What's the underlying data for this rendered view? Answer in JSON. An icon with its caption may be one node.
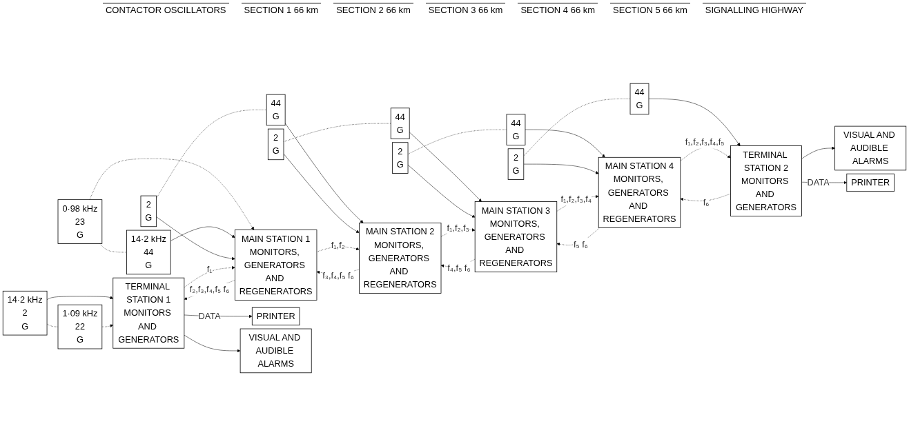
{
  "diagram": {
    "nodes": [
      {
        "text": [
          "14·2 kHz",
          "2",
          "G"
        ]
      },
      {
        "text": [
          "1·09 kHz",
          "22",
          "G"
        ]
      },
      {
        "text": [
          "0·98 kHz",
          "23",
          "G"
        ]
      },
      {
        "text": [
          "14·2 kHz",
          "44",
          "G"
        ]
      },
      {
        "text": [
          "2",
          "G"
        ]
      },
      {
        "text": [
          "44",
          "G"
        ]
      },
      {
        "text": [
          "2",
          "G"
        ]
      },
      {
        "text": [
          "44",
          "G"
        ]
      },
      {
        "text": [
          "2",
          "G"
        ]
      },
      {
        "text": [
          "44",
          "G"
        ]
      },
      {
        "text": [
          "2",
          "G"
        ]
      },
      {
        "text": [
          "44",
          "G"
        ]
      },
      {
        "text": [
          "TERMINAL STATION 1",
          "MONITORS AND GENERATORS"
        ]
      },
      {
        "text": [
          "MAIN STATION 1",
          "MONITORS, GENERATORS AND REGENERATORS"
        ]
      },
      {
        "text": [
          "MAIN STATION 2",
          "MONITORS, GENERATORS AND REGENERATORS"
        ]
      },
      {
        "text": [
          "MAIN STATION 3",
          "MONITORS, GENERATORS AND REGENERATORS"
        ]
      },
      {
        "text": [
          "MAIN STATION 4",
          "MONITORS, GENERATORS AND REGENERATORS"
        ]
      },
      {
        "text": [
          "TERMINAL STATION 2",
          "MONITORS AND GENERATORS"
        ]
      },
      {
        "text": [
          "PRINTER"
        ]
      },
      {
        "text": [
          "VISUAL AND AUDIBLE ALARMS"
        ]
      },
      {
        "text": [
          "VISUAL AND AUDIBLE ALARMS"
        ]
      },
      {
        "text": [
          "PRINTER"
        ]
      }
    ],
    "edges": [
      {
        "from": 0,
        "to": 1,
        "arrow": "none",
        "style": "dashed"
      },
      {
        "from": 2,
        "to": 3,
        "arrow": "none",
        "style": "dashed"
      },
      {
        "from": 4,
        "to": 5,
        "arrow": "none",
        "style": "dashed"
      },
      {
        "from": 6,
        "to": 7,
        "arrow": "none",
        "style": "dashed"
      },
      {
        "from": 8,
        "to": 9,
        "arrow": "none",
        "style": "dashed"
      },
      {
        "from": 10,
        "to": 11,
        "arrow": "none",
        "style": "dashed"
      },
      {
        "from": 0,
        "to": 12,
        "arrow": "to"
      },
      {
        "from": 1,
        "to": 12,
        "arrow": "to",
        "style": "dashed"
      },
      {
        "from": 2,
        "to": 13,
        "arrow": "to",
        "style": "dashed"
      },
      {
        "from": 3,
        "to": 13,
        "arrow": "to"
      },
      {
        "from": 4,
        "to": 13,
        "arrow": "to"
      },
      {
        "from": 5,
        "to": 14,
        "arrow": "to"
      },
      {
        "from": 6,
        "to": 14,
        "arrow": "to"
      },
      {
        "from": 7,
        "to": 15,
        "arrow": "to"
      },
      {
        "from": 8,
        "to": 15,
        "arrow": "to"
      },
      {
        "from": 9,
        "to": 16,
        "arrow": "to"
      },
      {
        "from": 10,
        "to": 16,
        "arrow": "to"
      },
      {
        "from": 11,
        "to": 17,
        "arrow": "to"
      },
      {
        "from": 12,
        "to": 13,
        "arrow": "to",
        "style": "dashed",
        "label": "f₁"
      },
      {
        "from": 13,
        "to": 12,
        "arrow": "to",
        "style": "dashed",
        "label": "f₂,f₃,f₄,f₅ f₆"
      },
      {
        "from": 13,
        "to": 14,
        "arrow": "to",
        "style": "dashed",
        "label": "f₁,f₂"
      },
      {
        "from": 14,
        "to": 13,
        "arrow": "to",
        "style": "dashed",
        "label": "f₃,f₄,f₅ f₆"
      },
      {
        "from": 14,
        "to": 15,
        "arrow": "to",
        "style": "dashed",
        "label": "f₁,f₂,f₃"
      },
      {
        "from": 15,
        "to": 14,
        "arrow": "to",
        "style": "dashed",
        "label": "f₄,f₅ f₆"
      },
      {
        "from": 15,
        "to": 16,
        "arrow": "to",
        "style": "dashed",
        "label": "f₁,f₂,f₃,f₄"
      },
      {
        "from": 16,
        "to": 15,
        "arrow": "to",
        "style": "dashed",
        "label": "f₅ f₆"
      },
      {
        "from": 16,
        "to": 17,
        "arrow": "to",
        "style": "dashed",
        "label": "f₁,f₂,f₃,f₄,f₅"
      },
      {
        "from": 17,
        "to": 16,
        "arrow": "to",
        "style": "dashed",
        "label": "f₆"
      },
      {
        "from": 12,
        "to": 18,
        "arrow": "to",
        "label": "DATA"
      },
      {
        "from": 12,
        "to": 19,
        "arrow": "to"
      },
      {
        "from": 17,
        "to": 20,
        "arrow": "to"
      },
      {
        "from": 17,
        "to": 21,
        "arrow": "to",
        "label": "DATA"
      }
    ],
    "labels": [
      "CONTACTOR OSCILLATORS",
      "SECTION 1 66 km",
      "SECTION 2 66 km",
      "SECTION 3 66 km",
      "SECTION 4 66 km",
      "SECTION 5 66 km",
      "SIGNALLING HIGHWAY"
    ]
  }
}
